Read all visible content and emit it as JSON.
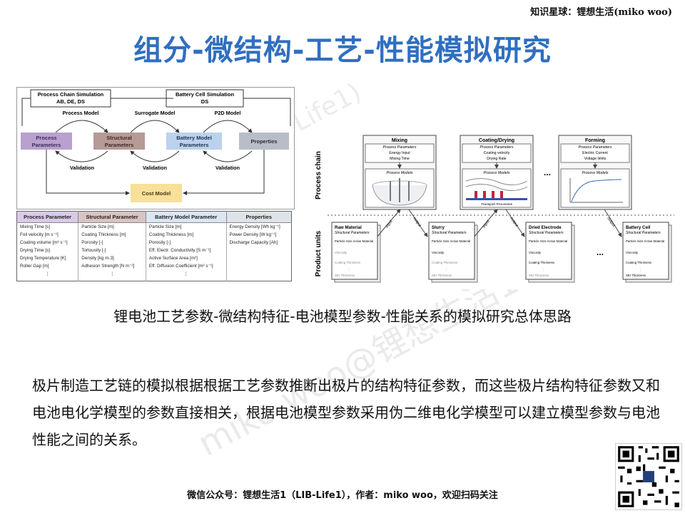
{
  "top_right_text": "知识星球：锂想生活(miko woo)",
  "title": "组分-微结构-工艺-性能模拟研究",
  "watermarks": [
    "(LIB-Life1)",
    "miko woo@锂想生活1"
  ],
  "left_diagram": {
    "boxes": {
      "process_chain_simulation": [
        "Process Chain Simulation",
        "AB, DE, DS"
      ],
      "battery_cell_simulation": [
        "Battery Cell Simulation",
        "DS"
      ],
      "process_parameters": [
        "Process",
        "Parameters"
      ],
      "structural_parameters": [
        "Structural",
        "Parameters"
      ],
      "battery_model_parameters": [
        "Battery Model",
        "Parameters"
      ],
      "properties": "Properties",
      "cost_model": "Cost Model"
    },
    "arrow_labels": {
      "process_model": "Process Model",
      "surrogate_model": "Surrogate Model",
      "p2d_model": "P2D Model",
      "validation": "Validation"
    },
    "colors": {
      "process_parameters": "#b9a0cf",
      "structural_parameters": "#b79a95",
      "battery_model_parameters": "#bcd2ec",
      "properties": "#b8bec7",
      "cost_model": "#f8e09a"
    }
  },
  "parameter_table": {
    "headers": [
      "Process Parameter",
      "Structural  Parameter",
      "Battery Model Parameter",
      "Properties"
    ],
    "header_colors": [
      "#d9cbe6",
      "#d8c5c3",
      "#dbe6f3",
      "#dfe3e8"
    ],
    "columns": [
      [
        "Mixing Time [s]",
        "Foil velocity [m s⁻¹]",
        "Coating volume [m³ s⁻¹]",
        "Drying Time [s]",
        "Drying Temperature [K]",
        "Roller Gap [m]",
        "⋮"
      ],
      [
        "Particle Size [m]",
        "Coating Thickness [m]",
        "Porosity [-]",
        "Tortousity [-]",
        "Density [kg m-3]",
        "Adhesion Strength [N m⁻²]",
        "⋮"
      ],
      [
        "Particle Size [m]",
        "Coating Thickness [m]",
        "Porosity [-]",
        "Eff. Electr. Conductivity [S m⁻¹]",
        "Active Surface Area [m²]",
        "Eff. Diffusion Coefficient [m² s⁻¹]",
        "⋮"
      ],
      [
        "Energy Density [Wh kg⁻¹]",
        "Power Density [W kg⁻¹]",
        "Discharge Capacity [Ah]"
      ]
    ]
  },
  "right_diagram": {
    "row_labels": [
      "Process chain",
      "Product units"
    ],
    "process_panels": [
      {
        "title": "Mixing",
        "params_heading": "Process Parameters",
        "params": [
          "Energy Input",
          "Mixing Time"
        ],
        "models_heading": "Process Models",
        "extra": ""
      },
      {
        "title": "Coating/Drying",
        "params_heading": "Process Parameters",
        "params": [
          "Coating velocity",
          "Drying Rate"
        ],
        "models_heading": "Process Models",
        "extra": "Transport Processes"
      },
      {
        "title": "Forming",
        "params_heading": "Process Parameters",
        "params": [
          "Electric Current",
          "Voltage limits"
        ],
        "models_heading": "Process Models",
        "extra": ""
      }
    ],
    "ellipsis": "...",
    "product_units": [
      {
        "title": "Raw Material",
        "subtitle": "Structural Parameters",
        "items": [
          "Particle Size Active Material",
          "Viscosity",
          "Coating Thickness",
          "⋮",
          "SEI Thickness"
        ]
      },
      {
        "title": "Slurry",
        "subtitle": "Structural Parameters",
        "items": [
          "Particle Size Active Material",
          "Viscosity",
          "Coating Thickness",
          "⋮",
          "SEI Thickness"
        ]
      },
      {
        "title": "Dried Electrode",
        "subtitle": "Structural Parameters",
        "items": [
          "Particle Size Active Material",
          "Viscosity",
          "Coating Thickness",
          "⋮",
          "SEI Thickness"
        ]
      },
      {
        "title": "Battery Cell",
        "subtitle": "Structural Parameters",
        "items": [
          "Particle Size Active Material",
          "Viscosity",
          "Coating Thickness",
          "⋮",
          "SEI Thickness"
        ]
      }
    ],
    "io_labels": [
      "input",
      "output"
    ]
  },
  "caption": "锂电池工艺参数-微结构特征-电池模型参数-性能关系的模拟研究总体思路",
  "paragraph": "极片制造工艺链的模拟根据根据工艺参数推断出极片的结构特征参数，而这些极片结构特征参数又和电池电化学模型的参数直接相关，根据电池模型参数采用伪二维电化学模型可以建立模型参数与电池性能之间的关系。",
  "footer": "微信公众号：锂想生活1（LIB-Life1），作者：miko woo，欢迎扫码关注",
  "accent_color": "#2f6fc0"
}
